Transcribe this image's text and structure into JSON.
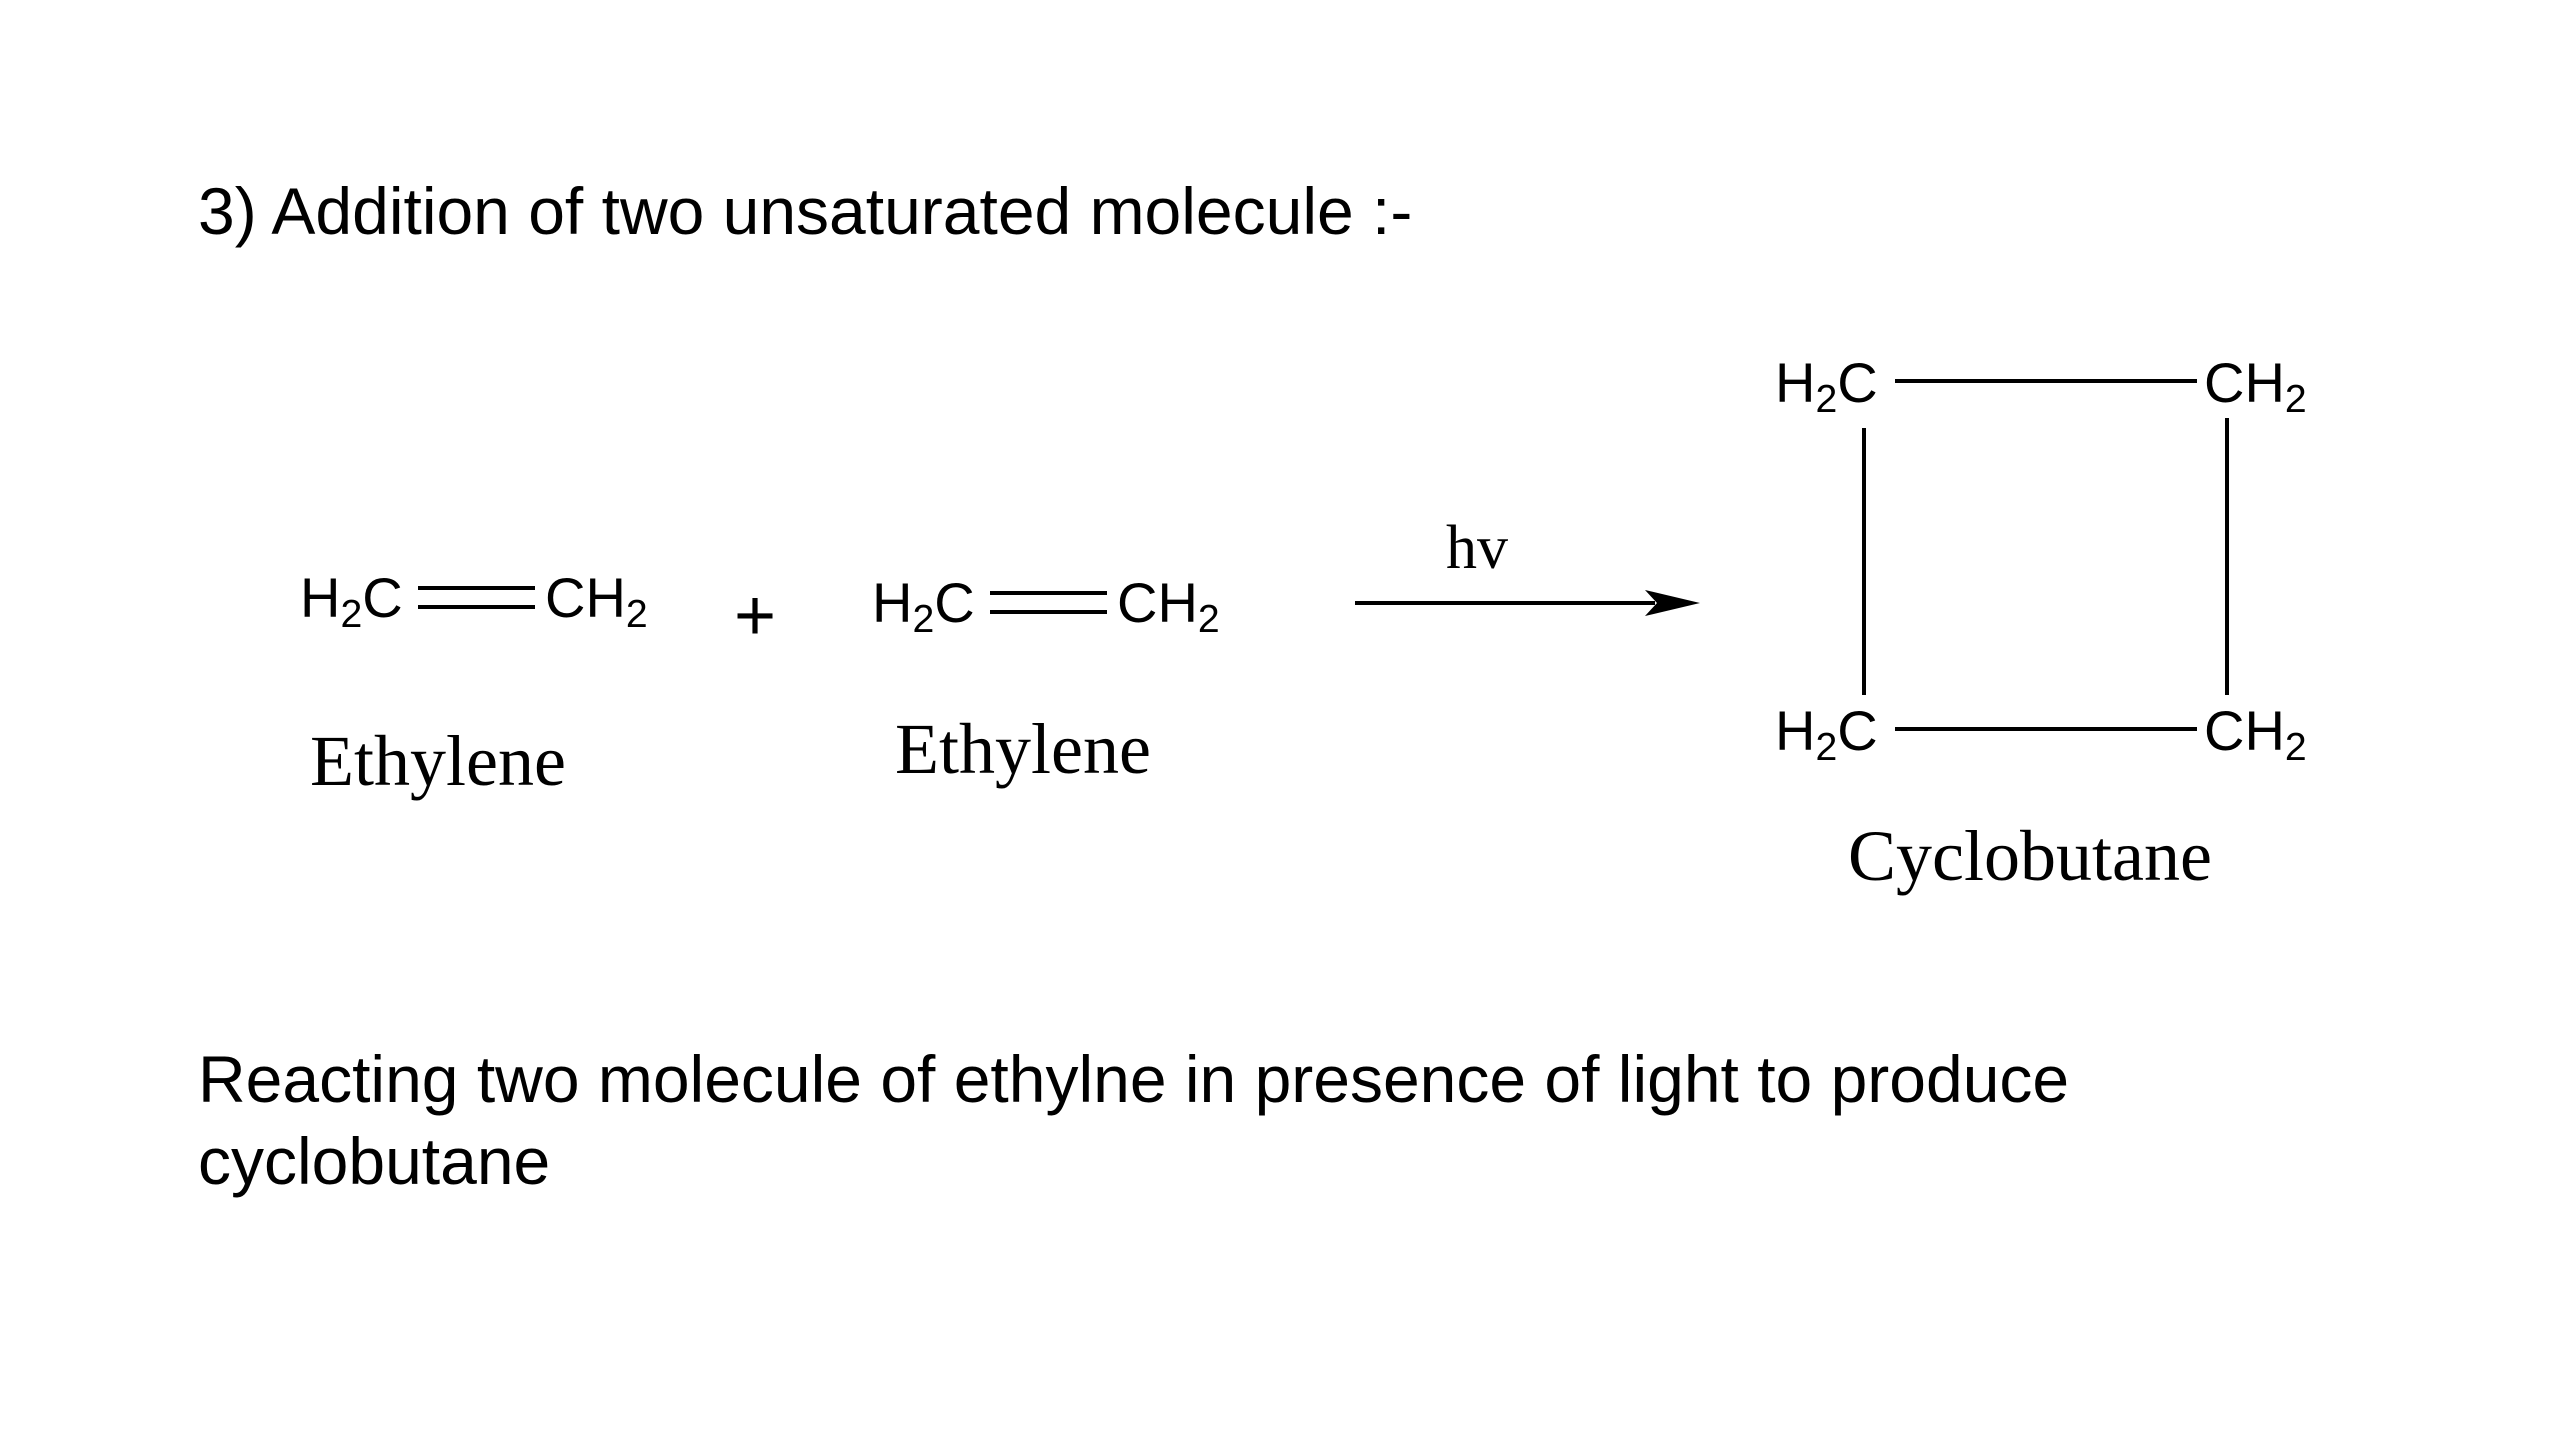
{
  "heading": "3) Addition of two unsaturated molecule :-",
  "reactants": [
    {
      "left_group": "H2C",
      "right_group": "CH2",
      "bond": "double",
      "name": "Ethylene"
    },
    {
      "left_group": "H2C",
      "right_group": "CH2",
      "bond": "double",
      "name": "Ethylene"
    }
  ],
  "plus_sign": "+",
  "condition": "hv",
  "product": {
    "top_left": "H2C",
    "top_right": "CH2",
    "bottom_left": "H2C",
    "bottom_right": "CH2",
    "name": "Cyclobutane"
  },
  "description": {
    "line1": "Reacting two molecule of ethylne in presence of light to produce",
    "line2": "cyclobutane"
  }
}
